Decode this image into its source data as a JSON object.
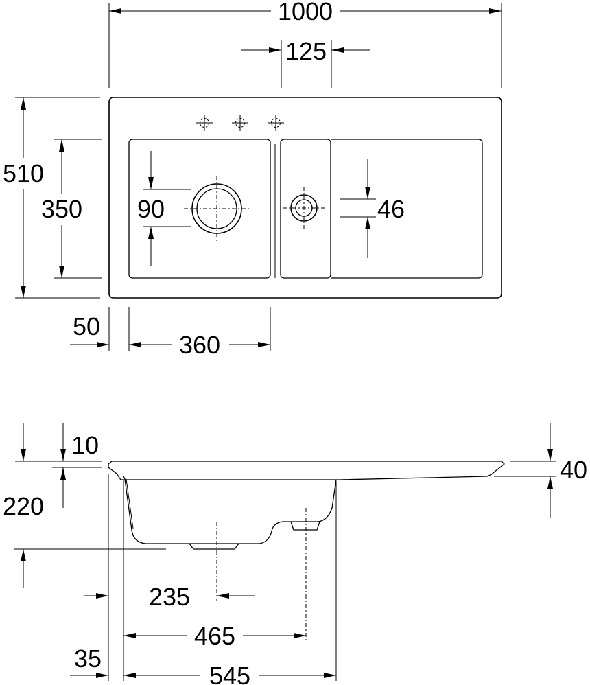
{
  "top_view": {
    "overall_width": "1000",
    "tap_hole_spacing": "125",
    "overall_depth": "510",
    "bowl_depth": "350",
    "main_waste_diameter": "90",
    "small_waste_diameter": "46",
    "edge_offset": "50",
    "bowl_width": "360"
  },
  "side_view": {
    "rim_thickness": "10",
    "overall_height": "220",
    "drainer_height": "40",
    "waste_offset": "235",
    "second_waste_offset": "465",
    "front_offset": "35",
    "bowl_length": "545"
  }
}
